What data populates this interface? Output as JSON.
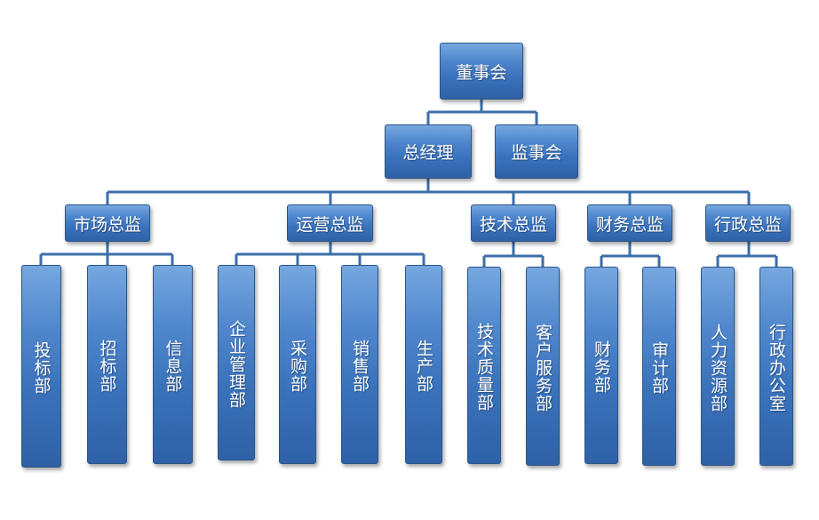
{
  "org_chart": {
    "root": {
      "label": "董事会",
      "children": [
        {
          "label": "总经理",
          "children": [
            {
              "label": "市场总监",
              "children": [
                {
                  "label": "投标部"
                },
                {
                  "label": "招标部"
                },
                {
                  "label": "信息部"
                }
              ]
            },
            {
              "label": "运营总监",
              "children": [
                {
                  "label": "企业管理部"
                },
                {
                  "label": "采购部"
                },
                {
                  "label": "销售部"
                },
                {
                  "label": "生产部"
                }
              ]
            },
            {
              "label": "技术总监",
              "children": [
                {
                  "label": "技术质量部"
                },
                {
                  "label": "客户服务部"
                }
              ]
            },
            {
              "label": "财务总监",
              "children": [
                {
                  "label": "财务部"
                },
                {
                  "label": "审计部"
                }
              ]
            },
            {
              "label": "行政总监",
              "children": [
                {
                  "label": "人力资源部"
                },
                {
                  "label": "行政办公室"
                }
              ]
            }
          ]
        },
        {
          "label": "监事会"
        }
      ]
    }
  },
  "colors": {
    "box_top": "#76a7df",
    "box_bottom": "#2f61a6",
    "connector": "#3d6ea8",
    "text": "#ffffff"
  }
}
